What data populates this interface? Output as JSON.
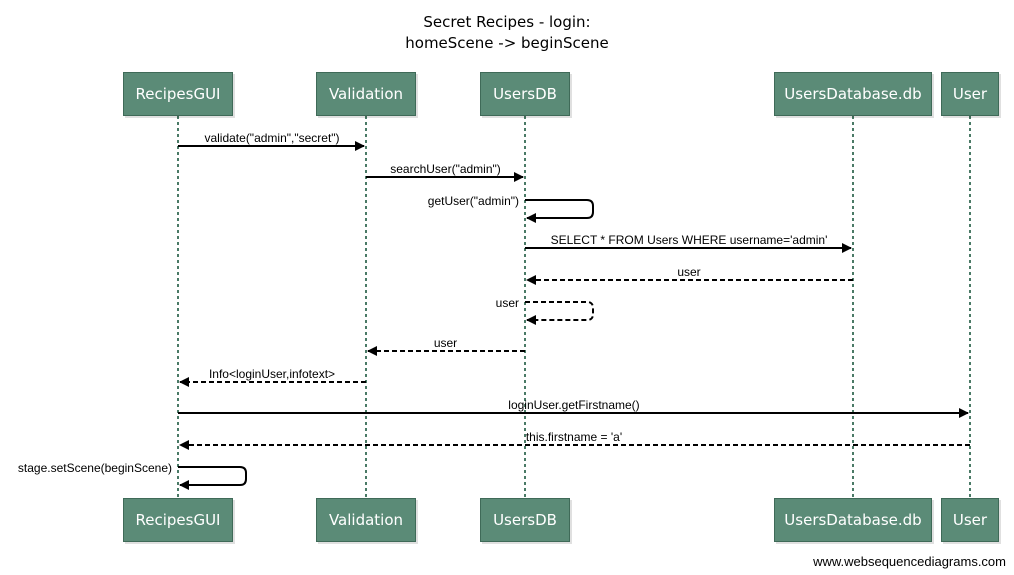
{
  "diagram": {
    "title_line1": "Secret Recipes - login:",
    "title_line2": "homeScene -> beginScene",
    "participants": [
      "RecipesGUI",
      "Validation",
      "UsersDB",
      "UsersDatabase.db",
      "User"
    ],
    "messages": [
      {
        "from": 0,
        "to": 1,
        "label": "validate(\"admin\",\"secret\")",
        "style": "solid"
      },
      {
        "from": 1,
        "to": 2,
        "label": "searchUser(\"admin\")",
        "style": "solid"
      },
      {
        "from": 2,
        "to": 2,
        "label": "getUser(\"admin\")",
        "style": "solid"
      },
      {
        "from": 2,
        "to": 3,
        "label": "SELECT * FROM Users WHERE username='admin'",
        "style": "solid"
      },
      {
        "from": 3,
        "to": 2,
        "label": "user",
        "style": "dashed"
      },
      {
        "from": 2,
        "to": 2,
        "label": "user",
        "style": "dashed"
      },
      {
        "from": 2,
        "to": 1,
        "label": "user",
        "style": "dashed"
      },
      {
        "from": 1,
        "to": 0,
        "label": "Info<loginUser,infotext>",
        "style": "dashed"
      },
      {
        "from": 0,
        "to": 4,
        "label": "loginUser.getFirstname()",
        "style": "solid"
      },
      {
        "from": 4,
        "to": 0,
        "label": "this.firstname = 'a'",
        "style": "dashed"
      },
      {
        "from": 0,
        "to": 0,
        "label": "stage.setScene(beginScene)",
        "style": "solid"
      }
    ]
  },
  "footer": "www.websequencediagrams.com",
  "colors": {
    "actor_fill": "#5b8b77",
    "lifeline": "#4a7a66",
    "arrow": "#000000"
  }
}
